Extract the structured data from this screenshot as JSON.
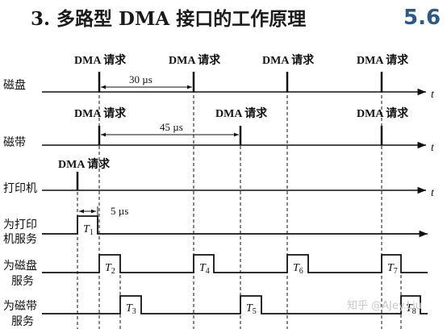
{
  "title": {
    "text": "3. 多路型 DMA 接口的工作原理",
    "section_number": "5.6"
  },
  "request_label": "DMA 请求",
  "axis_label": "t",
  "rows": {
    "disk": {
      "label": [
        "磁盘"
      ]
    },
    "tape": {
      "label": [
        "磁带"
      ]
    },
    "printer": {
      "label": [
        "打印机"
      ]
    },
    "serve_printer": {
      "label": [
        "为打印",
        "机服务"
      ]
    },
    "serve_disk": {
      "label": [
        "为磁盘",
        "服务"
      ]
    },
    "serve_tape": {
      "label": [
        "为磁带",
        "服务"
      ]
    }
  },
  "intervals": {
    "disk": "30 µs",
    "tape": "45 µs",
    "printer": "5 µs"
  },
  "service_pulses": [
    {
      "row": "serve_printer",
      "letter": "T",
      "sub": "1"
    },
    {
      "row": "serve_disk",
      "letter": "T",
      "sub": "2"
    },
    {
      "row": "serve_tape",
      "letter": "T",
      "sub": "3"
    },
    {
      "row": "serve_disk",
      "letter": "T",
      "sub": "4"
    },
    {
      "row": "serve_tape",
      "letter": "T",
      "sub": "5"
    },
    {
      "row": "serve_disk",
      "letter": "T",
      "sub": "6"
    },
    {
      "row": "serve_disk",
      "letter": "T",
      "sub": "7"
    },
    {
      "row": "serve_tape",
      "letter": "T",
      "sub": "8"
    }
  ],
  "watermark": "知乎 @AJey.Liu",
  "colors": {
    "line": "#111111",
    "title": "#1a1a1a",
    "section_number": "#2b5a8a",
    "watermark": "#c8c8c8"
  }
}
